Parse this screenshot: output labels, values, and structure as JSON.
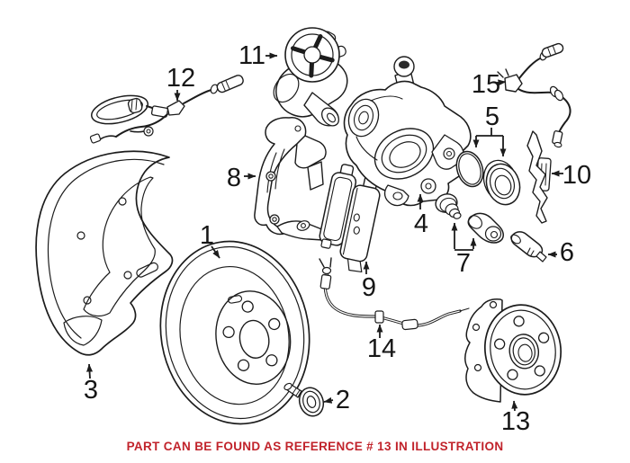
{
  "figure": {
    "depicts": "rear-disc-brake-exploded-parts-illustration",
    "highlighted_reference": "13"
  },
  "callouts": [
    {
      "ref": "1",
      "part": "brake-rotor"
    },
    {
      "ref": "2",
      "part": "rotor-set-screw"
    },
    {
      "ref": "3",
      "part": "brake-dust-shield"
    },
    {
      "ref": "4",
      "part": "brake-caliper"
    },
    {
      "ref": "5",
      "part": "caliper-piston-seal-and-boot"
    },
    {
      "ref": "6",
      "part": "caliper-guide-pin"
    },
    {
      "ref": "7",
      "part": "guide-pin-bushings"
    },
    {
      "ref": "8",
      "part": "caliper-carrier-bracket"
    },
    {
      "ref": "9",
      "part": "brake-pad-set"
    },
    {
      "ref": "10",
      "part": "pad-retaining-spring"
    },
    {
      "ref": "11",
      "part": "parking-brake-actuator"
    },
    {
      "ref": "12",
      "part": "brake-pad-wear-sensor"
    },
    {
      "ref": "13",
      "part": "wheel-hub-bearing"
    },
    {
      "ref": "14",
      "part": "parking-brake-cable"
    },
    {
      "ref": "15",
      "part": "abs-wheel-speed-sensor"
    }
  ],
  "note": {
    "text": "PART CAN BE FOUND AS REFERENCE # 13 IN ILLUSTRATION"
  },
  "colors": {
    "background": "#ffffff",
    "line_art": "#1c1c1c",
    "label_text": "#161616",
    "note_text": "#c1232b"
  }
}
